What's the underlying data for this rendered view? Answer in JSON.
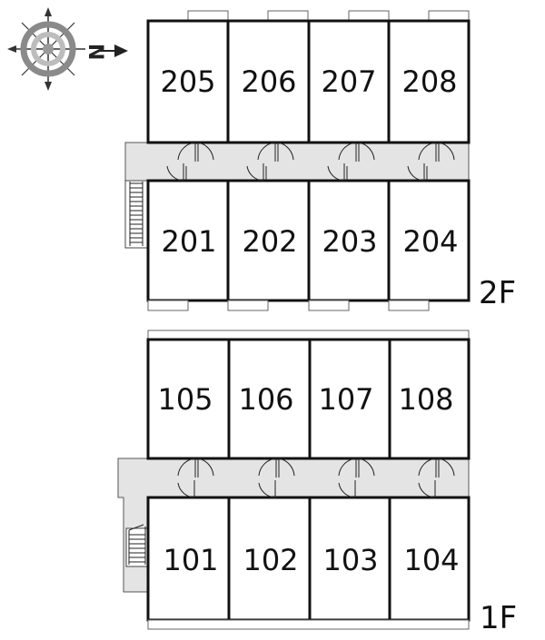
{
  "compass": {
    "icon": "compass-icon",
    "north_label": "N"
  },
  "floors": [
    {
      "id": "2F",
      "label": "2F",
      "rooms_top": [
        "205",
        "206",
        "207",
        "208"
      ],
      "rooms_bottom": [
        "201",
        "202",
        "203",
        "204"
      ]
    },
    {
      "id": "1F",
      "label": "1F",
      "rooms_top": [
        "105",
        "106",
        "107",
        "108"
      ],
      "rooms_bottom": [
        "101",
        "102",
        "103",
        "104"
      ]
    }
  ],
  "colors": {
    "corridor": "#e4e4e4",
    "wall": "#111111",
    "text": "#111111"
  }
}
